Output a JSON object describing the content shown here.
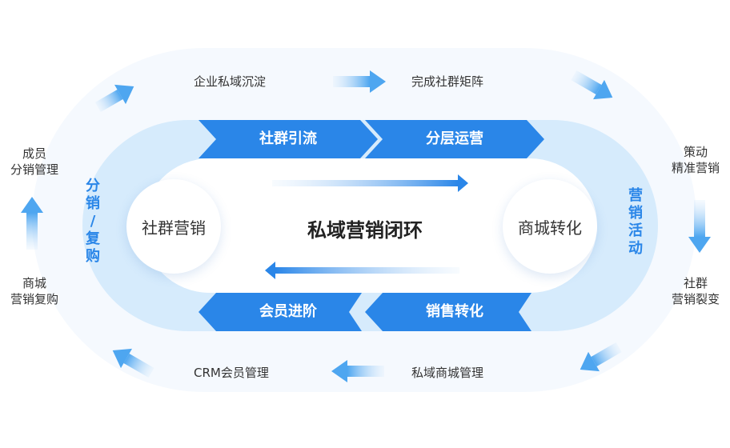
{
  "center_title": "私域营销闭环",
  "left_circle": "社群营销",
  "right_circle": "商城转化",
  "top_band": [
    "社群引流",
    "分层运营"
  ],
  "bottom_band": [
    "会员进阶",
    "销售转化"
  ],
  "left_vertical": [
    "分",
    "销",
    "/",
    "复",
    "购"
  ],
  "right_vertical": [
    "营",
    "销",
    "活",
    "动"
  ],
  "outer": {
    "top_left": "企业私域沉淀",
    "top_right": "完成社群矩阵",
    "bottom_left": "CRM会员管理",
    "bottom_right": "私域商城管理",
    "left_top": [
      "成员",
      "分销管理"
    ],
    "left_bottom": [
      "商城",
      "营销复购"
    ],
    "right_top": [
      "策动",
      "精准营销"
    ],
    "right_bottom": [
      "社群",
      "营销裂变"
    ]
  },
  "colors": {
    "band_blue": "#2a86e8",
    "light_blue": "#d6ebfc",
    "accent_text": "#2a86e8"
  }
}
